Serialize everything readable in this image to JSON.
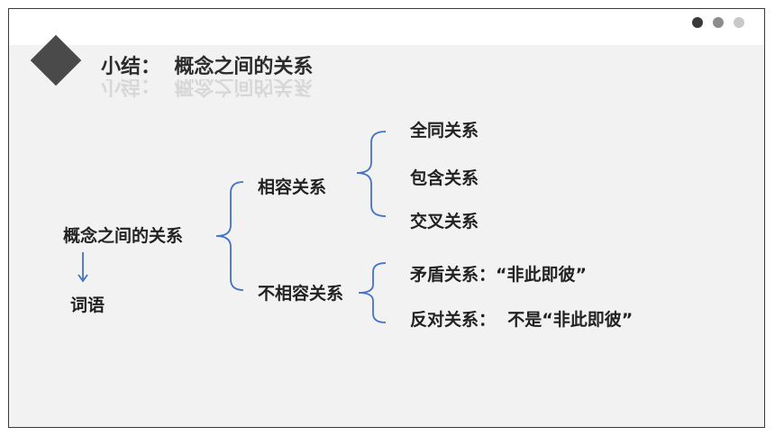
{
  "pagination": {
    "dots": [
      {
        "color": "#3a3a3a"
      },
      {
        "color": "#8c8c8c"
      },
      {
        "color": "#c8c8c8"
      }
    ]
  },
  "header": {
    "title": "小结：  概念之间的关系"
  },
  "diagram": {
    "root": "概念之间的关系",
    "below_root": "词语",
    "branches": [
      {
        "label": "相容关系",
        "children": [
          "全同关系",
          "包含关系",
          "交叉关系"
        ]
      },
      {
        "label": "不相容关系",
        "children": [
          "矛盾关系：“非此即彼”",
          "反对关系：  不是“非此即彼”"
        ]
      }
    ]
  },
  "colors": {
    "bracket": "#4472c4",
    "text": "#222222",
    "diamond": "#4a4a4a"
  }
}
